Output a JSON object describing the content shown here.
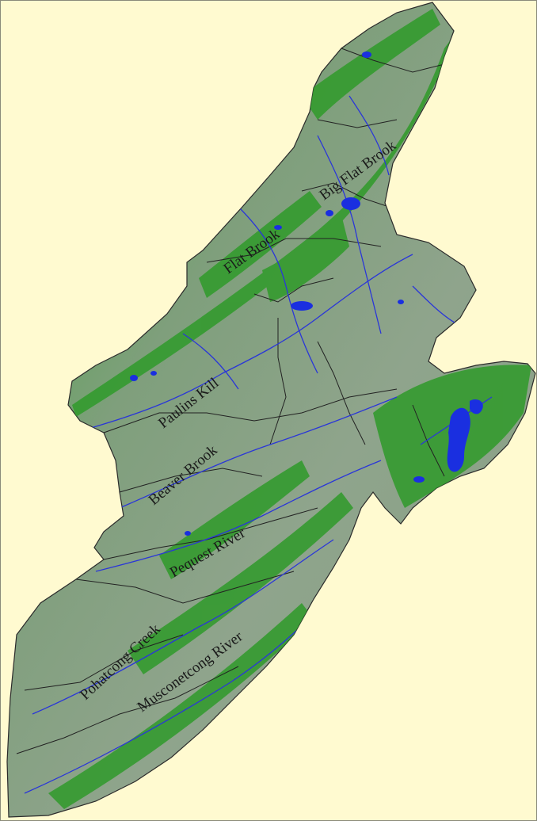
{
  "map": {
    "colors": {
      "background": "#fffad0",
      "terrain_low": "#8fa48c",
      "terrain_high": "#2f9a2a",
      "water": "#1a2fe0",
      "boundary": "#222222"
    },
    "labels": {
      "big_flat_brook": "Big Flat Brook",
      "flat_brook": "Flat Brook",
      "paulins_kill": "Paulins Kill",
      "beaver_brook": "Beaver Brook",
      "pequest_river": "Pequest River",
      "pohatcong_creek": "Pohatcong Creek",
      "musconetcong_river": "Musconetcong River"
    }
  }
}
